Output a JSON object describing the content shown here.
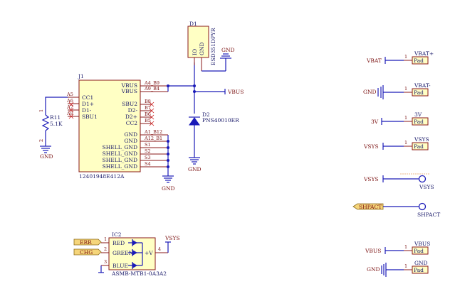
{
  "j1": {
    "ref": "J1",
    "part": "12401948E412A",
    "left_pins": [
      {
        "num": "A5",
        "name": "CC1"
      },
      {
        "num": "A6",
        "name": "D1+"
      },
      {
        "num": "A7",
        "name": "D1-"
      },
      {
        "num": "A8",
        "name": "SBU1"
      }
    ],
    "right_pins": [
      {
        "name": "VBUS",
        "num": "A4_B9"
      },
      {
        "name": "VBUS",
        "num": "A9_B4"
      },
      {
        "name": "SBU2",
        "num": "B8"
      },
      {
        "name": "D2-",
        "num": "B7"
      },
      {
        "name": "D2+",
        "num": "B6"
      },
      {
        "name": "CC2",
        "num": "B5"
      },
      {
        "name": "GND",
        "num": "A1_B12"
      },
      {
        "name": "GND",
        "num": "A12_B1"
      },
      {
        "name": "SHELL_GND",
        "num": "S1"
      },
      {
        "name": "SHELL_GND",
        "num": "S2"
      },
      {
        "name": "SHELL_GND",
        "num": "S3"
      },
      {
        "name": "SHELL_GND",
        "num": "S4"
      }
    ]
  },
  "d1": {
    "ref": "D1",
    "part": "ESD351DPYR",
    "pin1": "IO",
    "pin2": "GND"
  },
  "d2": {
    "ref": "D2",
    "part": "PNS40010ER"
  },
  "r11": {
    "ref": "R11",
    "value": "5.1K",
    "pin1": "1",
    "pin2": "2"
  },
  "ic2": {
    "ref": "IC2",
    "part": "ASMB-MTB1-0A3A2",
    "pins": [
      {
        "num": "1",
        "name": "RED"
      },
      {
        "num": "2",
        "name": "GREEN"
      },
      {
        "num": "3",
        "name": "BLUE"
      }
    ],
    "vplus": "+V",
    "vplus_num": "4"
  },
  "nets": {
    "gnd": "GND",
    "vbus": "VBUS",
    "vsys": "VSYS",
    "err": "ERR",
    "chg": "CHG",
    "vbat": "VBAT",
    "v3": "3V",
    "shpact": "SHPACT"
  },
  "pads": [
    {
      "net": "VBAT",
      "label": "VBAT+",
      "num": "1",
      "pad": "Pad"
    },
    {
      "net": "GND",
      "label": "VBAT-",
      "num": "1",
      "pad": "Pad"
    },
    {
      "net": "3V",
      "label": "3V",
      "num": "1",
      "pad": "Pad"
    },
    {
      "net": "VSYS",
      "label": "VSYS",
      "num": "1",
      "pad": "Pad"
    },
    {
      "net": "VBUS",
      "label": "VBUS",
      "num": "1",
      "pad": "Pad"
    },
    {
      "net": "GND",
      "label": "GND",
      "num": "1",
      "pad": "Pad"
    }
  ],
  "testpoints": [
    {
      "net": "VSYS",
      "label": "VSYS"
    },
    {
      "net": "SHPACT",
      "label": "SHPACT"
    }
  ]
}
